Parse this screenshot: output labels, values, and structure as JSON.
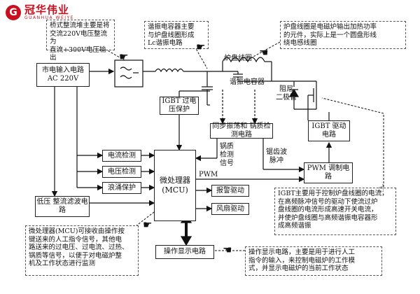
{
  "logo": {
    "cn": "冠华伟业",
    "en": "GUANHUA WEIYE"
  },
  "blocks": {
    "mains_input": "市电输入电路\nAC 220V",
    "low_voltage_filter": "低压\n整流滤波电路",
    "current_detect": "电流检测",
    "voltage_detect": "电压检测",
    "surge_protect": "浪涌保护",
    "mcu": "微处理器\n(MCU)",
    "alarm_drive": "报警驱动",
    "fan_drive": "风扇驱动",
    "operation_display": "操作显示电路",
    "igbt_overvoltage": "IGBT\n过电压保护",
    "sync_osc": "同步振荡和\n锅质检测电路",
    "igbt_drive": "IGBT\n驱动电路",
    "pwm_modulation": "PWM\n调制电路"
  },
  "labels": {
    "coil": "炉盘线圈",
    "resonant_cap": "谐振电容器",
    "damper_diode": "阻尼\n二极管",
    "pot_detect_signal": "锅质\n检测\n信号",
    "sawtooth_pulse": "锯齿波\n脉冲",
    "pwm": "PWM"
  },
  "notes": {
    "rectifier": "桥式整流堆主要是将\n交流220V电压整流为\n直流+300V电压输出",
    "resonant_cap": "谐振电容器主要\n与炉盘线圈形成\nLc谐振电路",
    "coil": "炉盘线圈是电磁炉输出加热功率\n的元件，实际上是一个圆盘形线\n绕电感线圈",
    "mcu": "微处理器(MCU)可接收由操作按\n键送来的人工指令信号，其他电\n路送来的过电压、过电流、过热、\n锅质等信号，以便于对电磁炉整\n机及工作状态进行监测",
    "igbt": "IGBT主要用于控制炉盘线圈的电流，\n在高频脉冲信号的驱动下使流过炉\n盘线圈的电流形成高速开关电流，\n并使炉盘线圈与高频谐振电容器形\n成高频谐振",
    "display": "操作显示电路，主要是用于进行人工\n指令的输入，来控制电磁炉的工作模\n式，并显示电磁炉的当前工作状态"
  }
}
